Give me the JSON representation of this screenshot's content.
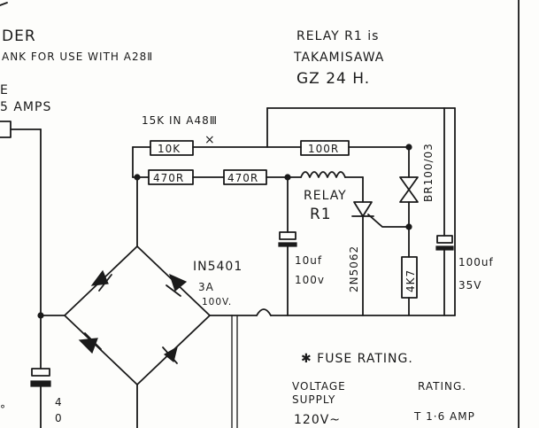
{
  "header": {
    "left_line_1": "DER",
    "left_line_2": "ANK FOR USE WITH A28Ⅱ",
    "relay_line_1": "RELAY R1 is",
    "relay_line_2": "TAKAMISAWA",
    "relay_line_3": "GZ 24 H."
  },
  "fuse_left": {
    "line_1": "E",
    "line_2": "5 AMPS"
  },
  "components": {
    "top_note": "15K IN A48Ⅲ",
    "r_10k": "10K",
    "r_100r": "100R",
    "r_470r_a": "470R",
    "r_470r_b": "470R",
    "star_mark": "×",
    "relay_label_1": "RELAY",
    "relay_label_2": "R1",
    "transistor": "BR100/03",
    "transistor_2": "2N5062",
    "diode_type": "IN5401",
    "diode_rating_1": "3A",
    "diode_rating_2": "100V.",
    "cap_left_1": "10uf",
    "cap_left_2": "100v",
    "res_4k7": "4K7",
    "cap_right_1": "100uf",
    "cap_right_2": "35V",
    "bottom_left_1": "°",
    "bottom_left_2": "4",
    "bottom_left_3": "0"
  },
  "fuse_table": {
    "title": "✱ FUSE RATING.",
    "col_voltage_1": "VOLTAGE",
    "col_voltage_2": "SUPPLY",
    "col_rating": "RATING.",
    "row_voltage": "120V~",
    "row_rating": "T 1·6 AMP"
  }
}
